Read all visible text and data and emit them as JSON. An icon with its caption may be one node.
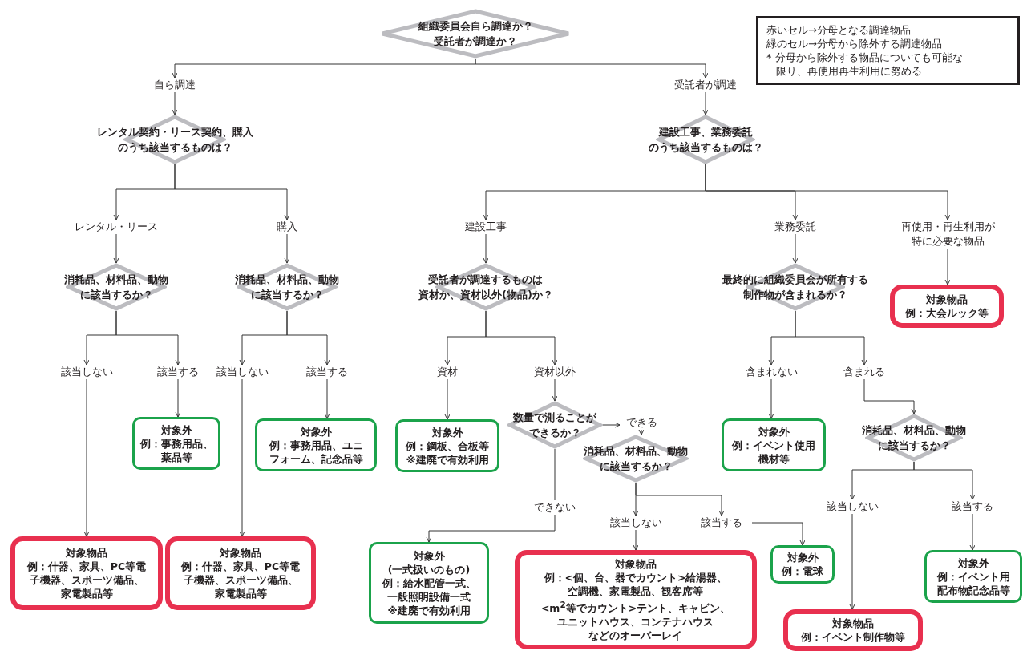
{
  "diagram": {
    "nodes": [
      {
        "text": [
          "組織委員会自ら調達か？受託者が調達か？"
        ]
      },
      {
        "text": [
          "自ら調達"
        ]
      },
      {
        "text": [
          "受託者が調達"
        ]
      },
      {
        "text": [
          "レンタル契約・リース契約、購入のうち該当するものは？"
        ]
      },
      {
        "text": [
          "建設工事、業務委託のうち該当するものは？"
        ]
      },
      {
        "text": [
          "レンタル・リース"
        ]
      },
      {
        "text": [
          "購入"
        ]
      },
      {
        "text": [
          "建設工事"
        ]
      },
      {
        "text": [
          "業務委託"
        ]
      },
      {
        "text": [
          "再使用・再生利用が特に必要な物品"
        ]
      },
      {
        "text": [
          "消耗品、材料品、動物に該当するか？"
        ]
      },
      {
        "text": [
          "消耗品、材料品、動物に該当するか？"
        ]
      },
      {
        "text": [
          "受託者が調達するものは資材か、資材以外(物品)か？"
        ]
      },
      {
        "text": [
          "最終的に組織委員会が所有する制作物が含まれるか？"
        ]
      },
      {
        "text": [
          "対象物品",
          "例：大会ルック等"
        ]
      },
      {
        "text": [
          "該当しない"
        ]
      },
      {
        "text": [
          "該当する"
        ]
      },
      {
        "text": [
          "該当しない"
        ]
      },
      {
        "text": [
          "該当する"
        ]
      },
      {
        "text": [
          "資材"
        ]
      },
      {
        "text": [
          "資材以外"
        ]
      },
      {
        "text": [
          "含まれない"
        ]
      },
      {
        "text": [
          "含まれる"
        ]
      },
      {
        "text": [
          "対象外",
          "例：事務用品、薬品等"
        ]
      },
      {
        "text": [
          "対象外",
          "例：事務用品、ユニフォーム、記念品等"
        ]
      },
      {
        "text": [
          "対象外",
          "例：鋼板、合板等",
          "※建廃で有効利用"
        ]
      },
      {
        "text": [
          "数量で測ることができるか？"
        ]
      },
      {
        "text": [
          "できる"
        ]
      },
      {
        "text": [
          "消耗品、材料品、動物に該当するか？"
        ]
      },
      {
        "text": [
          "対象外",
          "例：イベント使用機材等"
        ]
      },
      {
        "text": [
          "消耗品、材料品、動物に該当するか？"
        ]
      },
      {
        "text": [
          "できない"
        ]
      },
      {
        "text": [
          "該当しない"
        ]
      },
      {
        "text": [
          "該当する"
        ]
      },
      {
        "text": [
          "該当しない"
        ]
      },
      {
        "text": [
          "該当する"
        ]
      },
      {
        "text": [
          "対象物品",
          "例：什器、家具、PC等電子機器、スポーツ備品、家電製品等"
        ]
      },
      {
        "text": [
          "対象物品",
          "例：什器、家具、PC等電子機器、スポーツ備品、家電製品等"
        ]
      },
      {
        "text": [
          "対象外",
          "(一式扱いのもの)",
          "例：給水配管一式、一般照明設備一式",
          "※建廃で有効利用"
        ]
      },
      {
        "text": [
          "対象物品",
          "例：<個、台、器でカウント>給湯器、空調機、家電製品、観客席等",
          "<m$^{2}$等でカウント>テント、キャビン、ユニットハウス、コンテナハウスなどのオーバーレイ"
        ]
      },
      {
        "text": [
          "対象外",
          "例：電球"
        ]
      },
      {
        "text": [
          "対象外",
          "例：イベント用配布物記念品等"
        ]
      },
      {
        "text": [
          "対象物品",
          "例：イベント制作物等"
        ]
      }
    ],
    "edges": [
      {
        "from": 0,
        "to": 1,
        "arrow": "to"
      },
      {
        "from": 0,
        "to": 2,
        "arrow": "to"
      },
      {
        "from": 1,
        "to": 3,
        "arrow": "to"
      },
      {
        "from": 2,
        "to": 4,
        "arrow": "to"
      },
      {
        "from": 3,
        "to": 5,
        "arrow": "to"
      },
      {
        "from": 3,
        "to": 6,
        "arrow": "to"
      },
      {
        "from": 4,
        "to": 7,
        "arrow": "to"
      },
      {
        "from": 4,
        "to": 8,
        "arrow": "to"
      },
      {
        "from": 4,
        "to": 9,
        "arrow": "to"
      },
      {
        "from": 5,
        "to": 10,
        "arrow": "to"
      },
      {
        "from": 6,
        "to": 11,
        "arrow": "to"
      },
      {
        "from": 7,
        "to": 12,
        "arrow": "to"
      },
      {
        "from": 8,
        "to": 13,
        "arrow": "to"
      },
      {
        "from": 9,
        "to": 14,
        "arrow": "to"
      },
      {
        "from": 10,
        "to": 15,
        "arrow": "to"
      },
      {
        "from": 10,
        "to": 16,
        "arrow": "to"
      },
      {
        "from": 11,
        "to": 17,
        "arrow": "to"
      },
      {
        "from": 11,
        "to": 18,
        "arrow": "to"
      },
      {
        "from": 12,
        "to": 19,
        "arrow": "to"
      },
      {
        "from": 12,
        "to": 20,
        "arrow": "to"
      },
      {
        "from": 13,
        "to": 21,
        "arrow": "to"
      },
      {
        "from": 13,
        "to": 22,
        "arrow": "to"
      },
      {
        "from": 15,
        "to": 36,
        "arrow": "to"
      },
      {
        "from": 16,
        "to": 23,
        "arrow": "to"
      },
      {
        "from": 17,
        "to": 37,
        "arrow": "to"
      },
      {
        "from": 18,
        "to": 24,
        "arrow": "to"
      },
      {
        "from": 19,
        "to": 25,
        "arrow": "to"
      },
      {
        "from": 20,
        "to": 26,
        "arrow": "to"
      },
      {
        "from": 21,
        "to": 29,
        "arrow": "to"
      },
      {
        "from": 22,
        "to": 30,
        "arrow": "to"
      },
      {
        "from": 26,
        "to": 27,
        "arrow": "to"
      },
      {
        "from": 27,
        "to": 28,
        "arrow": "to"
      },
      {
        "from": 26,
        "to": 31,
        "arrow": "none"
      },
      {
        "from": 31,
        "to": 38,
        "arrow": "to"
      },
      {
        "from": 28,
        "to": 32,
        "arrow": "to"
      },
      {
        "from": 28,
        "to": 33,
        "arrow": "to"
      },
      {
        "from": 32,
        "to": 39,
        "arrow": "to"
      },
      {
        "from": 33,
        "to": 40,
        "arrow": "to"
      },
      {
        "from": 30,
        "to": 34,
        "arrow": "to"
      },
      {
        "from": 30,
        "to": 35,
        "arrow": "to"
      },
      {
        "from": 34,
        "to": 42,
        "arrow": "to"
      },
      {
        "from": 35,
        "to": 41,
        "arrow": "to"
      }
    ],
    "labels": [
      "赤いセル→分母となる調達物品",
      "緑のセル→分母から除外する調達物品",
      "* 分母から除外する物品についても可能な限り、再使用再生利用に努める"
    ]
  }
}
